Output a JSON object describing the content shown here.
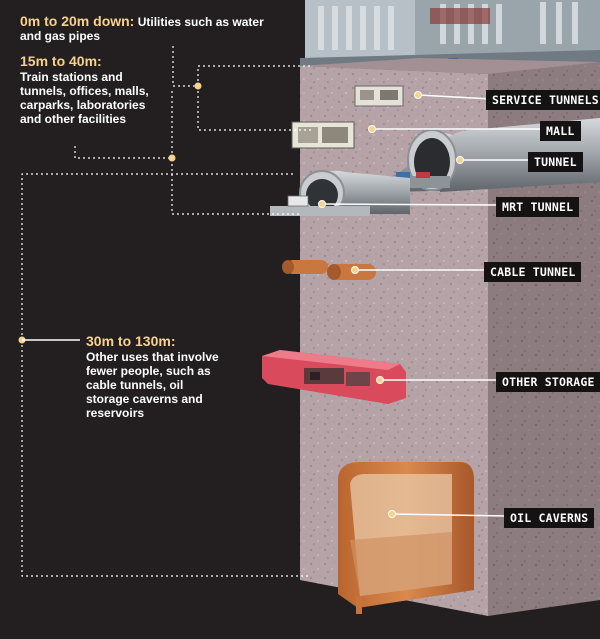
{
  "annotations": {
    "depth_1": {
      "range": "0m to 20m down:",
      "text": "Utilities such as water and gas pipes"
    },
    "depth_2": {
      "range": "15m to 40m:",
      "text": "Train stations and tunnels, offices, malls, carparks, laboratories and other facilities"
    },
    "depth_3": {
      "range": "30m to 130m:",
      "text": "Other uses that involve fewer people, such as cable tunnels, oil storage caverns and reservoirs"
    }
  },
  "labels": {
    "service_tunnels": "SERVICE TUNNELS",
    "mall": "MALL",
    "tunnel": "TUNNEL",
    "mrt_tunnel": "MRT TUNNEL",
    "cable_tunnel": "CABLE TUNNEL",
    "other_storage": "OTHER STORAGE",
    "oil_caverns": "OIL CAVERNS"
  },
  "colors": {
    "background": "#231f20",
    "highlight_text": "#f6d38d",
    "rock_front": "#b8a6aa",
    "rock_side": "#8f7e82",
    "pipe_orange": "#c9763f",
    "storage_red": "#d84a5c",
    "cavern_orange": "#c8733c"
  }
}
